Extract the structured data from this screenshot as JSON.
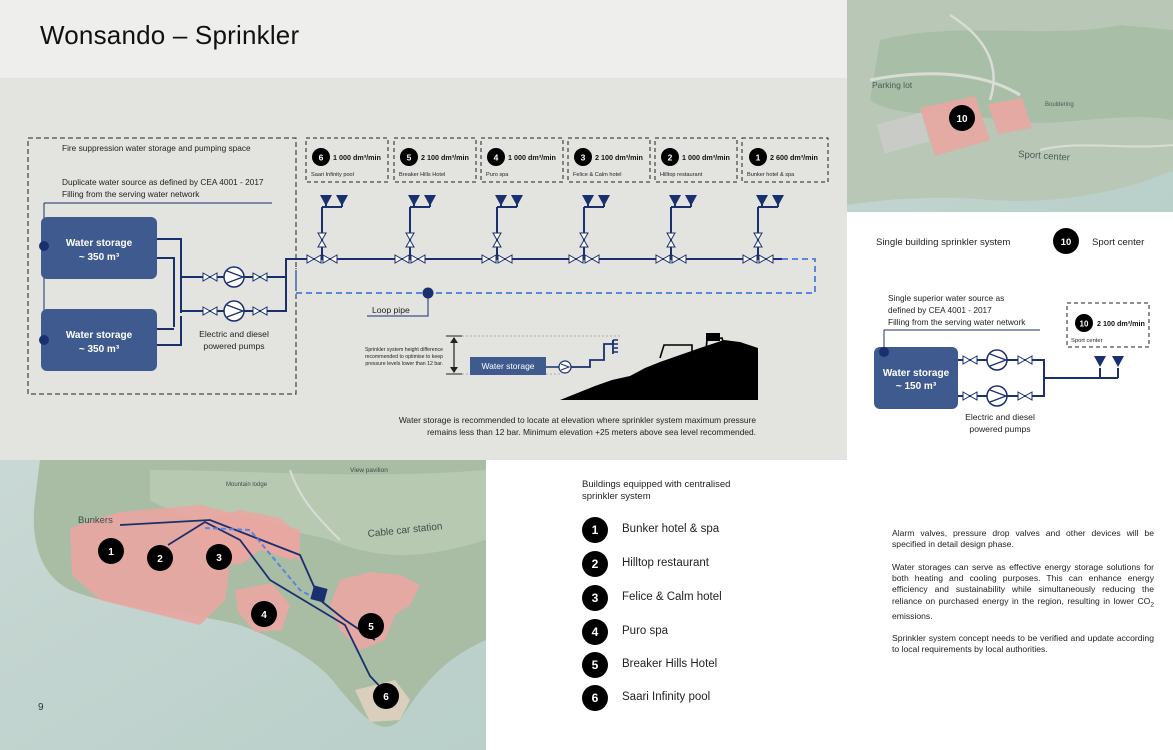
{
  "title": "Wonsando – Sprinkler",
  "page_number": "9",
  "colors": {
    "navy": "#1a2f6e",
    "storage_fill": "#3f5a8f",
    "loop_dash": "#5a86dc",
    "map_bldg": "#e9a6a2"
  },
  "main_system": {
    "storage_room_label": "Fire suppression water storage and pumping space",
    "duplicate_source_line1": "Duplicate water source as defined by CEA 4001 - 2017",
    "duplicate_source_line2": "Filling from the serving water network",
    "storage_tanks": [
      {
        "label": "Water storage",
        "volume": "~ 350 m³"
      },
      {
        "label": "Water storage",
        "volume": "~ 350 m³"
      }
    ],
    "pumps_line1": "Electric and diesel",
    "pumps_line2": "powered pumps",
    "loop_pipe_label": "Loop pipe",
    "zones": [
      {
        "num": "6",
        "flow": "1 000 dm³/min",
        "name": "Saari Infinity pool"
      },
      {
        "num": "5",
        "flow": "2 100 dm³/min",
        "name": "Breaker Hills Hotel"
      },
      {
        "num": "4",
        "flow": "1 000 dm³/min",
        "name": "Puro spa"
      },
      {
        "num": "3",
        "flow": "2 100 dm³/min",
        "name": "Felice & Calm hotel"
      },
      {
        "num": "2",
        "flow": "1 000 dm³/min",
        "name": "Hilltop restaurant"
      },
      {
        "num": "1",
        "flow": "2 600 dm³/min",
        "name": "Bunker hotel & spa"
      }
    ]
  },
  "elevation": {
    "note_line1": "Sprinkler system height difference",
    "note_line2": "recommended to optimise to keep",
    "note_line3": "pressure levels lower than 12 bar.",
    "storage_label": "Water storage",
    "caption_line1": "Water storage  is recommended to locate at elevation where sprinkler system maximum pressure",
    "caption_line2": "remains less than 12 bar. Minimum elevation +25 meters above sea level recommended."
  },
  "single_system": {
    "heading": "Single building sprinkler system",
    "building_num": "10",
    "building_name": "Sport center",
    "source_line1": "Single superior water source as",
    "source_line2": "defined by CEA 4001 - 2017",
    "source_line3": "Filling from the serving water network",
    "storage_label": "Water storage",
    "storage_volume": "~ 150 m³",
    "zone_flow": "2 100 dm³/min",
    "zone_name": "Sport center",
    "pumps_line1": "Electric and diesel",
    "pumps_line2": "powered pumps"
  },
  "aerial_top": {
    "marker": "10",
    "labels": [
      "Parking lot",
      "Bouldering",
      "Sport center"
    ]
  },
  "aerial_bottom": {
    "markers": [
      "1",
      "2",
      "3",
      "4",
      "5",
      "6"
    ],
    "labels": [
      "Bunkers",
      "Mountain lodge",
      "View pavilion",
      "Cable car station"
    ]
  },
  "buildings_heading_line1": "Buildings equipped with centralised",
  "buildings_heading_line2": "sprinkler system",
  "buildings": [
    {
      "num": "1",
      "name": "Bunker hotel & spa"
    },
    {
      "num": "2",
      "name": "Hilltop restaurant"
    },
    {
      "num": "3",
      "name": "Felice & Calm hotel"
    },
    {
      "num": "4",
      "name": "Puro spa"
    },
    {
      "num": "5",
      "name": "Breaker Hills Hotel"
    },
    {
      "num": "6",
      "name": "Saari Infinity pool"
    }
  ],
  "notes": {
    "p1": "Alarm valves, pressure drop valves and other devices will be specified in detail design phase.",
    "p2_before": "Water storages can serve as effective energy storage solutions for both heating and cooling purposes. This can enhance energy efficiency and sustainability while simultaneously reducing the reliance on purchased energy in the region, resulting in lower CO",
    "p2_sub": "2",
    "p2_after": " emissions.",
    "p3": "Sprinkler system concept needs to be verified and update according to local requirements by local authorities."
  }
}
